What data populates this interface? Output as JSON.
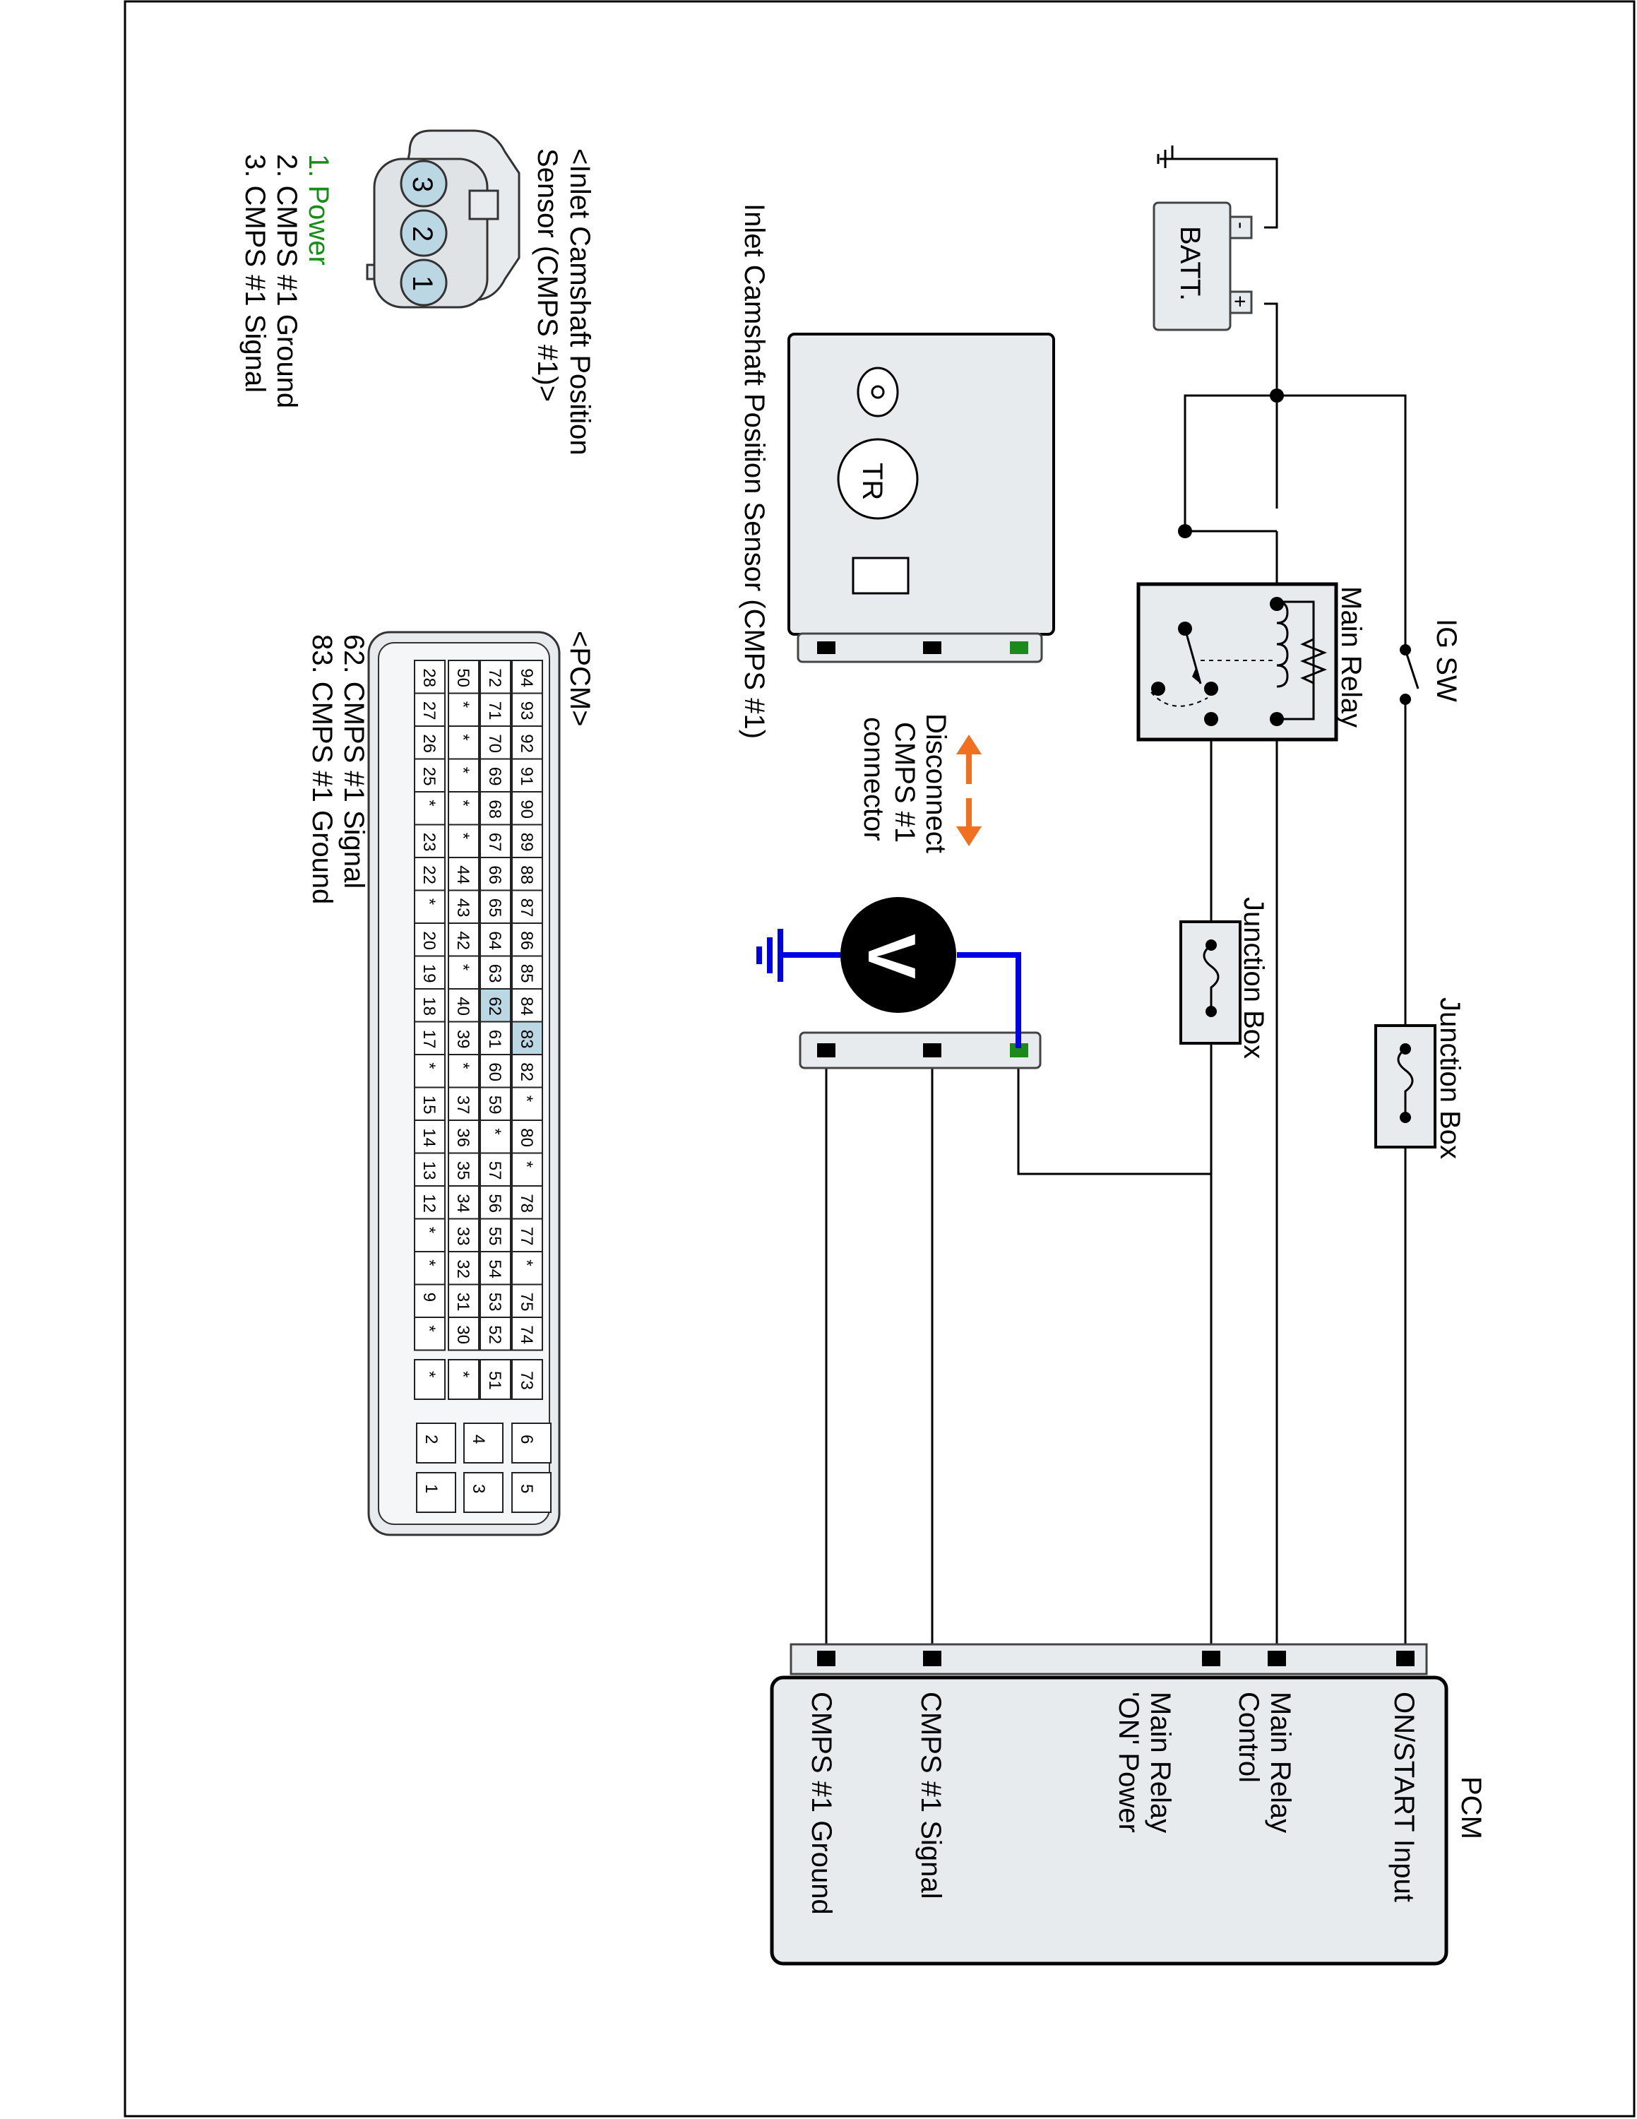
{
  "components": {
    "ig_sw": "IG SW",
    "main_relay": "Main Relay",
    "batt": "BATT.",
    "batt_minus": "-",
    "batt_plus": "+",
    "junction_box_1": "Junction Box",
    "junction_box_2": "Junction Box",
    "sensor_title": "Inlet Camshaft Position Sensor (CMPS #1)",
    "tr": "TR",
    "voltmeter": "V",
    "disconnect_note": [
      "Disconnect",
      "CMPS #1",
      "connector"
    ]
  },
  "pcm": {
    "title": "PCM",
    "terminals": [
      "ON/START Input",
      "Main Relay Control",
      "Main Relay 'ON' Power",
      "CMPS #1 Signal",
      "CMPS #1 Ground"
    ],
    "terminal_lines": [
      [
        "ON/START Input"
      ],
      [
        "Main Relay",
        "Control"
      ],
      [
        "Main Relay",
        "'ON' Power"
      ],
      [
        "CMPS #1 Signal"
      ],
      [
        "CMPS #1 Ground"
      ]
    ]
  },
  "sensor_connector": {
    "title_lines": [
      "<Inlet Camshaft Position",
      "Sensor (CMPS #1)>"
    ],
    "pins": [
      "1",
      "2",
      "3"
    ],
    "pin_list": [
      {
        "text": "1. Power",
        "color": "#1a8a1a"
      },
      {
        "text": "2. CMPS #1 Ground",
        "color": "#000000"
      },
      {
        "text": "3. CMPS #1 Signal",
        "color": "#000000"
      }
    ]
  },
  "pcm_connector": {
    "title": "<PCM>",
    "rows": [
      [
        "94",
        "93",
        "92",
        "91",
        "90",
        "89",
        "88",
        "87",
        "86",
        "85",
        "84",
        "83",
        "82",
        "*",
        "80",
        "*",
        "78",
        "77",
        "*",
        "75",
        "74"
      ],
      [
        "72",
        "71",
        "70",
        "69",
        "68",
        "67",
        "66",
        "65",
        "64",
        "63",
        "62",
        "61",
        "60",
        "59",
        "*",
        "57",
        "56",
        "55",
        "54",
        "53",
        "52"
      ],
      [
        "50",
        "*",
        "*",
        "*",
        "*",
        "*",
        "44",
        "43",
        "42",
        "*",
        "40",
        "39",
        "*",
        "37",
        "36",
        "35",
        "34",
        "33",
        "32",
        "31",
        "30"
      ],
      [
        "28",
        "27",
        "26",
        "25",
        "*",
        "23",
        "22",
        "*",
        "20",
        "19",
        "18",
        "17",
        "*",
        "15",
        "14",
        "13",
        "12",
        "*",
        "*",
        "9",
        "*"
      ]
    ],
    "extra": [
      "73",
      "51",
      "*",
      "*"
    ],
    "power_pins": [
      [
        "6",
        "5"
      ],
      [
        "4",
        "3"
      ],
      [
        "2",
        "1"
      ]
    ],
    "highlighted": [
      "83",
      "62"
    ],
    "legend": [
      "62. CMPS #1 Signal",
      "83. CMPS #1 Ground"
    ]
  },
  "colors": {
    "power_label": "#1a8a1a",
    "voltmeter_lead": "#0000e6",
    "arrow": "#f07020",
    "highlight": "#bcd7e4",
    "box_fill": "#e8ebee"
  }
}
